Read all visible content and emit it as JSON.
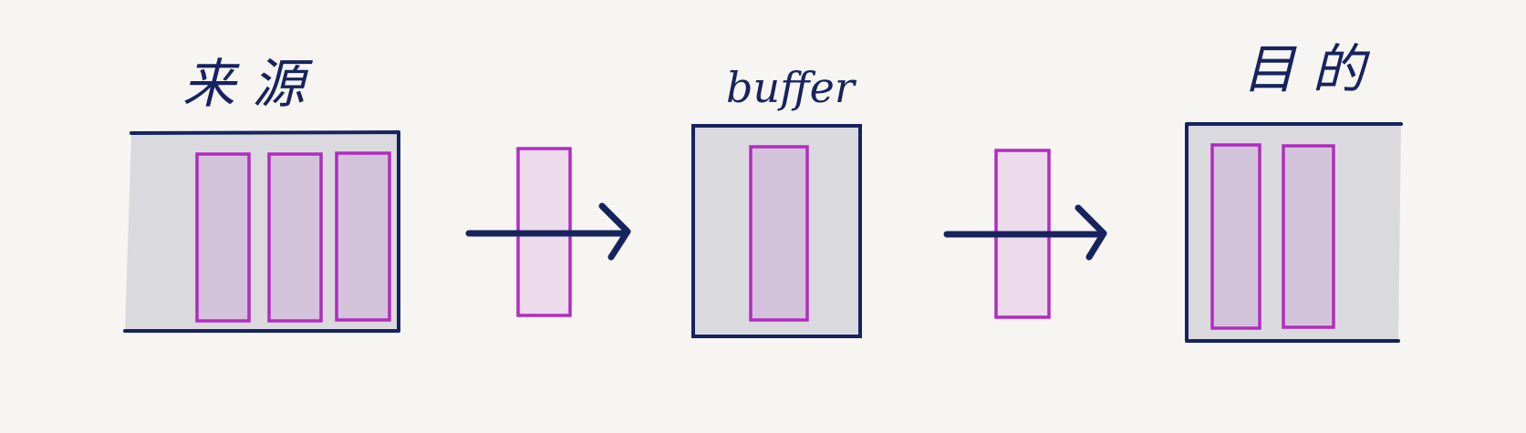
{
  "labels": {
    "source": "来 源",
    "buffer": "buffer",
    "destination": "目 的"
  },
  "colors": {
    "background": "#f6f5f2",
    "box_fill": "#d9d9de",
    "box_stroke": "#17235e",
    "item_stroke": "#b22bc0",
    "item_fill_in_box": "#d3c3da",
    "item_fill_moving": "#ecdbeb",
    "arrow": "#17235e"
  },
  "counts": {
    "source_items": 3,
    "moving_items_per_arrow": 1,
    "buffer_items": 1,
    "destination_items": 2
  }
}
